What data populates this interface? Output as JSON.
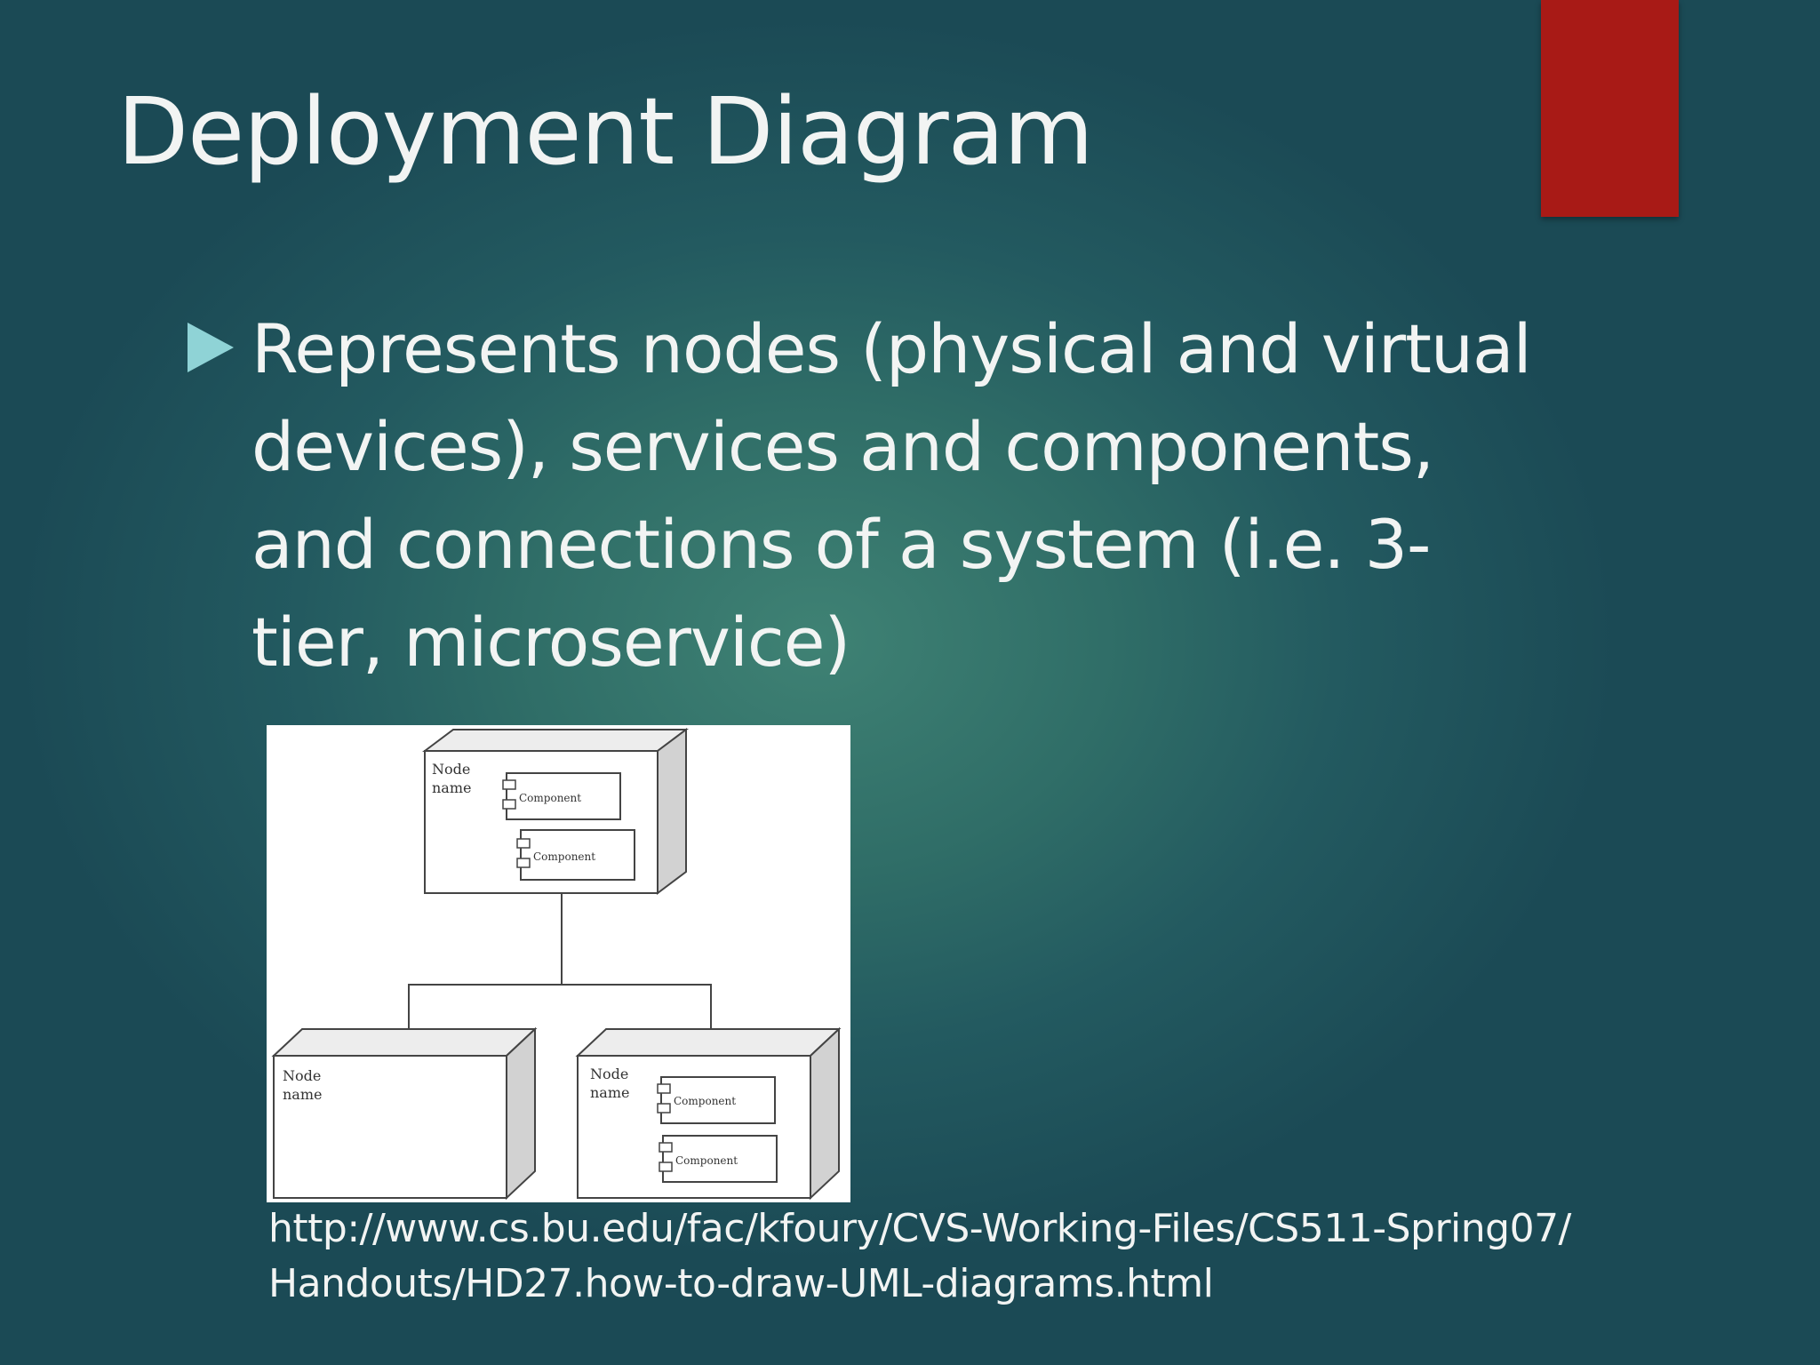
{
  "slide": {
    "title": "Deployment Diagram",
    "bullets": [
      {
        "text": "Represents nodes (physical and virtual devices), services and components, and connections of a system (i.e. 3-tier, microservice)"
      }
    ],
    "diagram": {
      "top_node": {
        "label_line1": "Node",
        "label_line2": "name",
        "components": [
          "Component",
          "Component"
        ]
      },
      "bottom_left_node": {
        "label_line1": "Node",
        "label_line2": "name"
      },
      "bottom_right_node": {
        "label_line1": "Node",
        "label_line2": "name",
        "components": [
          "Component",
          "Component"
        ]
      }
    },
    "source": {
      "line1": "http://www.cs.bu.edu/fac/kfoury/CVS-Working-Files/CS511-Spring07/",
      "line2": "Handouts/HD27.how-to-draw-UML-diagrams.html"
    },
    "colors": {
      "accent_bar": "#a81a16",
      "bullet_marker": "#8fd3d6",
      "text": "#f2f4f3"
    }
  }
}
